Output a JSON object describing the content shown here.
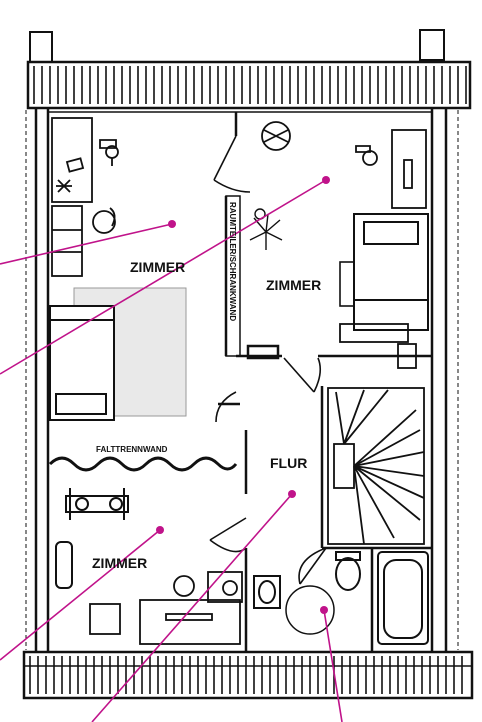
{
  "rooms": {
    "zimmer_top_left": "ZIMMER",
    "zimmer_top_right": "ZIMMER",
    "zimmer_bottom_left": "ZIMMER",
    "flur": "FLUR"
  },
  "walls": {
    "raumteiler": "RAUMTEILER/SCHRANKWAND",
    "falttrennwand": "FALTTRENNWAND"
  },
  "colors": {
    "ink": "#111111",
    "accent": "#c0138a",
    "rug": "#e9e9e9"
  }
}
